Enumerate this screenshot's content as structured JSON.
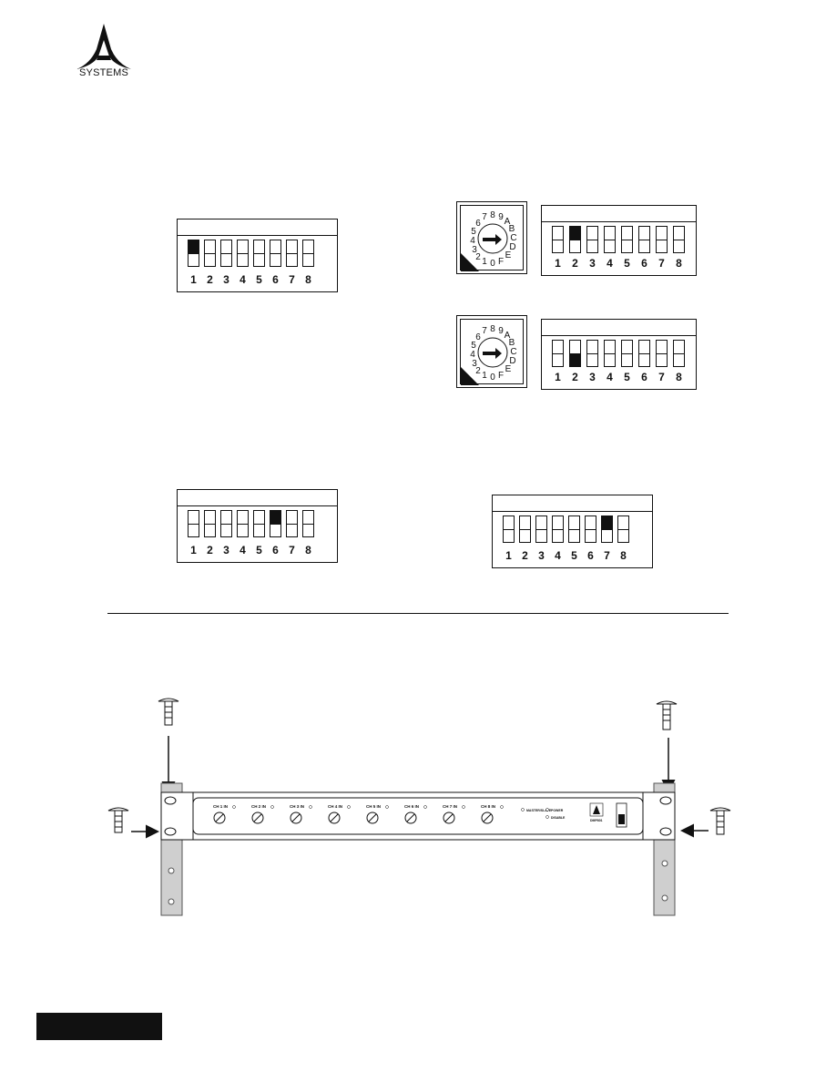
{
  "brand": {
    "name": "SYSTEMS"
  },
  "dip_switch_numbers": [
    "1",
    "2",
    "3",
    "4",
    "5",
    "6",
    "7",
    "8"
  ],
  "switch_settings": [
    {
      "id": "dip-a",
      "active_switch": 1,
      "active_half": "top"
    },
    {
      "id": "dip-b",
      "active_switch": 2,
      "active_half": "top",
      "rotary": true
    },
    {
      "id": "dip-c",
      "active_switch": 2,
      "active_half": "bottom",
      "rotary": true
    },
    {
      "id": "dip-d",
      "active_switch": 6,
      "active_half": "top"
    },
    {
      "id": "dip-e",
      "active_switch": 7,
      "active_half": "top"
    }
  ],
  "rotary_labels": [
    "0",
    "1",
    "2",
    "3",
    "4",
    "5",
    "6",
    "7",
    "8",
    "9",
    "A",
    "B",
    "C",
    "D",
    "E",
    "F"
  ],
  "device": {
    "channels": [
      "CH 1 IN",
      "CH 2 IN",
      "CH 3 IN",
      "CH 4 IN",
      "CH 5 IN",
      "CH 6 IN",
      "CH 7 IN",
      "CH 8 IN"
    ],
    "indicators": [
      "MASTER/SLAVE",
      "POWER",
      "DISABLE"
    ],
    "model": "DMP801"
  }
}
